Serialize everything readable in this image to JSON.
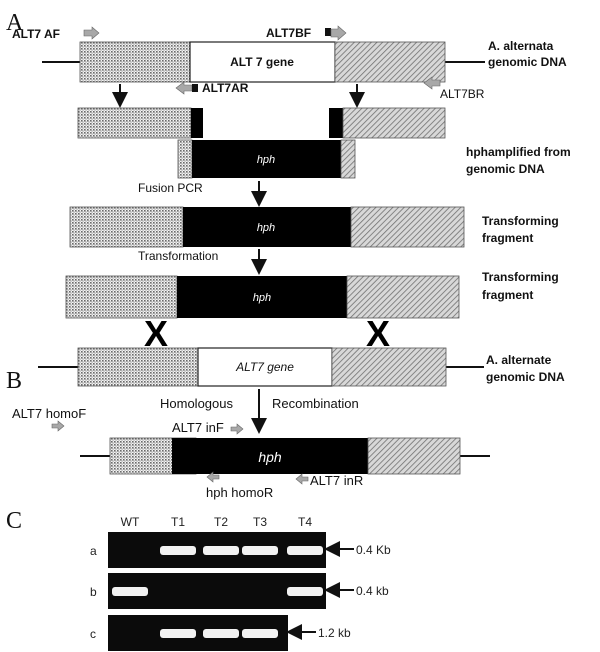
{
  "panels": {
    "a": "A",
    "b": "B",
    "c": "C"
  },
  "primers": {
    "alt7_af": "ALT7 AF",
    "alt7_bf": "ALT7BF",
    "alt7_ar": "ALT7AR",
    "alt7_br": "ALT7BR",
    "homo_f": "ALT7 homoF",
    "in_f": "ALT7 inF",
    "hph_homo_r": "hph homoR",
    "in_r": "ALT7 inR"
  },
  "labels": {
    "gene_a": "ALT 7 gene",
    "genomic_1_line1": "A. alternata",
    "genomic_1_line2": "genomic DNA",
    "hph": "hph",
    "hph_amp_line1": "hphamplified from",
    "hph_amp_line2": "genomic DNA",
    "fusion_pcr": "Fusion PCR",
    "transforming_1_line1": "Transforming",
    "transforming_1_line2": "fragment",
    "transformation": "Transformation",
    "transforming_2_line1": "Transforming",
    "transforming_2_line2": "fragment",
    "gene_b": "ALT7 gene",
    "genomic_2_line1": "A. alternate",
    "genomic_2_line2": "genomic DNA",
    "homologous": "Homologous",
    "recombination": "Recombination",
    "cross": "X"
  },
  "gel": {
    "lanes": [
      "WT",
      "T1",
      "T2",
      "T3",
      "T4"
    ],
    "rows": [
      {
        "label": "a",
        "size": "0.4 Kb",
        "bands": [
          false,
          true,
          true,
          true,
          true
        ]
      },
      {
        "label": "b",
        "size": "0.4 kb",
        "bands": [
          true,
          false,
          false,
          false,
          true
        ]
      },
      {
        "label": "c",
        "size": "1.2 kb",
        "bands": [
          false,
          true,
          true,
          true,
          false
        ]
      }
    ]
  },
  "colors": {
    "black": "#000000",
    "primer": "#a8a8a8"
  }
}
